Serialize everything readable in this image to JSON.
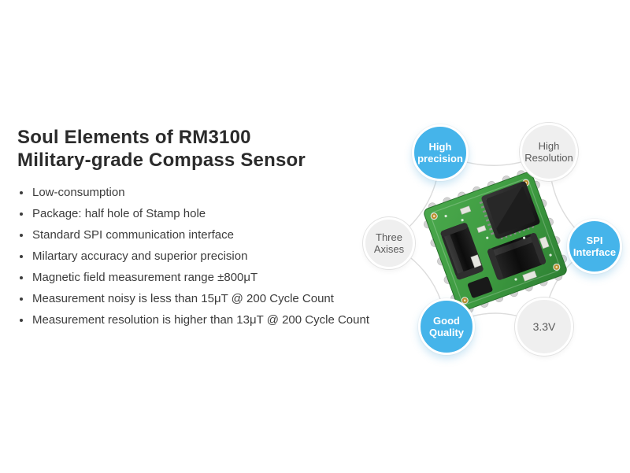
{
  "page": {
    "background": "#ffffff"
  },
  "colors": {
    "page-bg": "#ffffff",
    "accent-blue": "#45b4ea",
    "badge-gray": "#efefef",
    "badge-gray-text": "#5a5a5a",
    "title-text": "#2b2b2b",
    "body-text": "#3c3c3c",
    "ring-line": "#dcdcdc",
    "pcb-green": "#3d9a40"
  },
  "header": {
    "title_line1": "Soul Elements of RM3100",
    "title_line2": "Military-grade Compass Sensor"
  },
  "features": [
    "Low-consumption",
    "Package: half hole of Stamp hole",
    "Standard SPI communication interface",
    "Milartary accuracy and superior precision",
    "Magnetic field measurement range ±800μT",
    "Measurement noisy is less than 15μT @ 200 Cycle Count",
    "Measurement resolution is higher than 13μT @ 200 Cycle Count"
  ],
  "badges": [
    {
      "id": "high-precision",
      "label": "High precision",
      "style": "blue"
    },
    {
      "id": "high-resolution",
      "label": "High Resolution",
      "style": "gray"
    },
    {
      "id": "spi-interface",
      "label": "SPI Interface",
      "style": "blue"
    },
    {
      "id": "supply-voltage",
      "label": "3.3V",
      "style": "gray"
    },
    {
      "id": "good-quality",
      "label": "Good Quality",
      "style": "blue"
    },
    {
      "id": "three-axises",
      "label": "Three Axises",
      "style": "gray"
    }
  ],
  "graphic": {
    "module_image": "rm3100-pcb-module"
  }
}
